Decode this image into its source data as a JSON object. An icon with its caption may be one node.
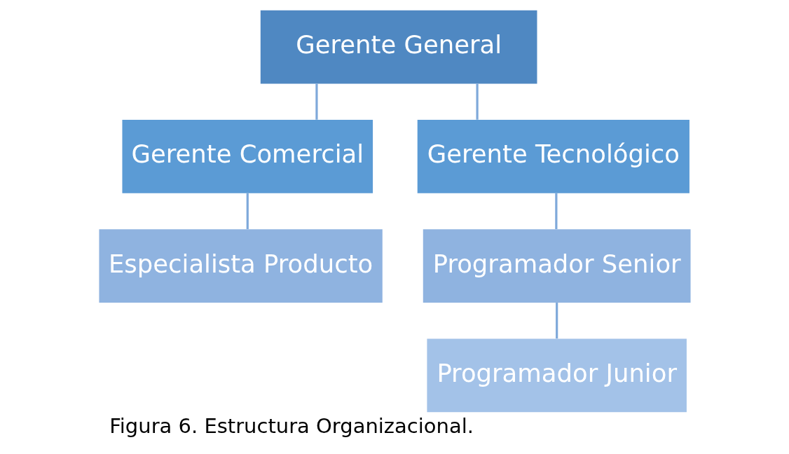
{
  "diagram": {
    "caption": "Figura 6. Estructura Organizacional.",
    "nodes": [
      {
        "text": [
          "Gerente General"
        ]
      },
      {
        "text": [
          "Gerente Comercial"
        ]
      },
      {
        "text": [
          "Gerente Tecnológico"
        ]
      },
      {
        "text": [
          "Especialista Producto"
        ]
      },
      {
        "text": [
          "Programador Senior"
        ]
      },
      {
        "text": [
          "Programador Junior"
        ]
      }
    ],
    "edges": [
      {
        "from": 0,
        "to": 1,
        "arrow": "none"
      },
      {
        "from": 0,
        "to": 2,
        "arrow": "none"
      },
      {
        "from": 1,
        "to": 3,
        "arrow": "none"
      },
      {
        "from": 2,
        "to": 4,
        "arrow": "none"
      },
      {
        "from": 4,
        "to": 5,
        "arrow": "none"
      }
    ]
  }
}
